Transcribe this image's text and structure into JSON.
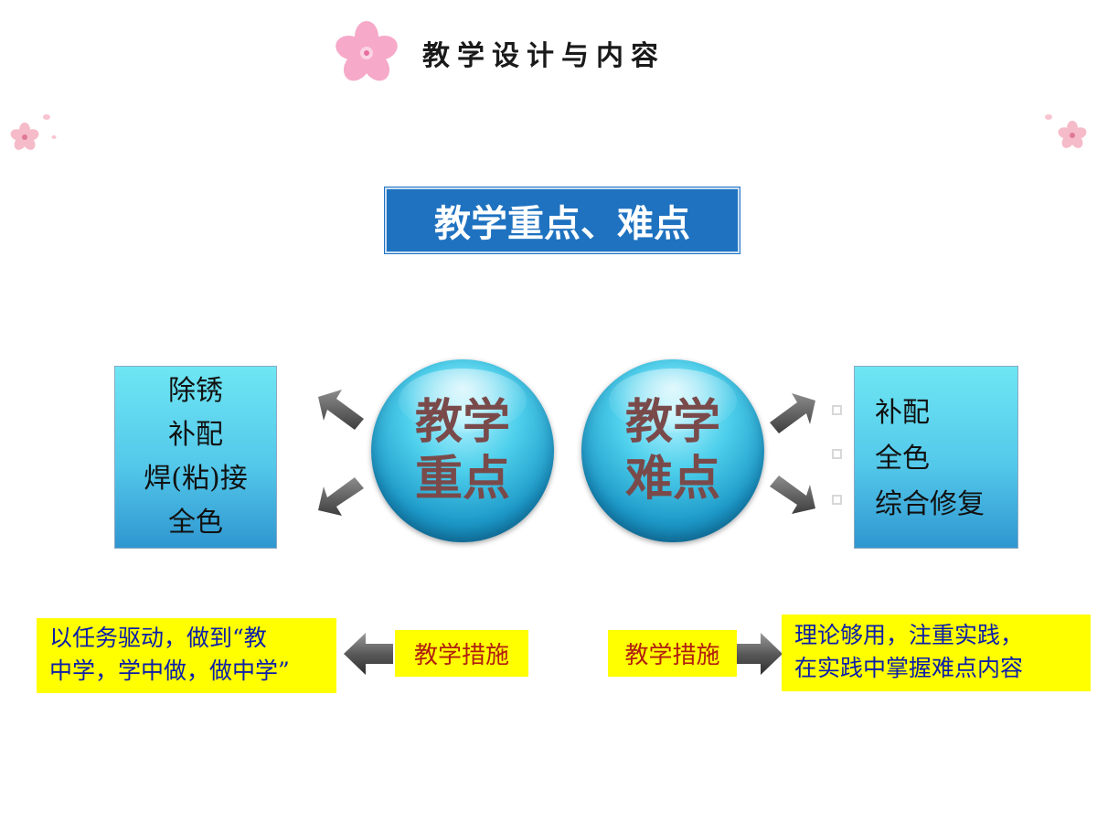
{
  "header": {
    "title": "教学设计与内容"
  },
  "banner": {
    "title": "教学重点、难点"
  },
  "key_points": {
    "bubble_line1": "教学",
    "bubble_line2": "重点",
    "items": [
      "除锈",
      "补配",
      "焊(粘)接",
      "全色"
    ]
  },
  "difficult_points": {
    "bubble_line1": "教学",
    "bubble_line2": "难点",
    "items": [
      "补配",
      "全色",
      "综合修复"
    ]
  },
  "measures": {
    "left_label": "教学措施",
    "left_text_line1": "以任务驱动，做到“教",
    "left_text_line2": "中学，学中做，做中学”",
    "right_label": "教学措施",
    "right_text_line1": "理论够用，注重实践，",
    "right_text_line2": "在实践中掌握难点内容"
  },
  "colors": {
    "banner": "#1f72c0",
    "bubble": "#2fb6e0",
    "box_top": "#6ee6f3",
    "box_bottom": "#2f96d0",
    "note": "#ffff00",
    "note_text": "#0b1ea8",
    "measure_text": "#b01f10",
    "bubble_text": "#7a4a4a"
  }
}
